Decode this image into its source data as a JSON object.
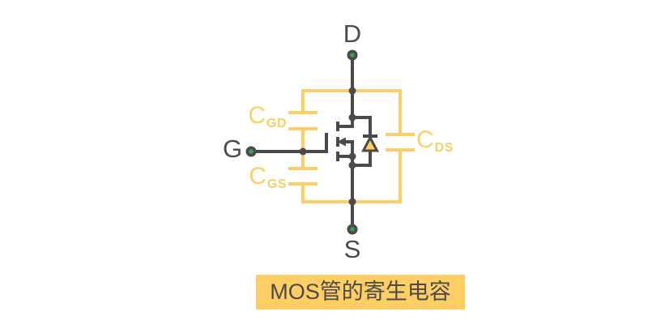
{
  "diagram": {
    "terminals": {
      "drain": "D",
      "gate": "G",
      "source": "S"
    },
    "capacitors": {
      "cgd": {
        "name": "C",
        "sub": "GD"
      },
      "cgs": {
        "name": "C",
        "sub": "GS"
      },
      "cds": {
        "name": "C",
        "sub": "DS"
      }
    },
    "components": {
      "transistor": "n-channel-mosfet",
      "diode": "body-diode"
    }
  },
  "caption": {
    "text": "MOS管的寄生电容"
  },
  "colors": {
    "accent_yellow": "#fdce63",
    "wire_dark": "#4a4a4a",
    "terminal_green": "#3aa34f",
    "text_dark": "#4a4a4a",
    "background": "#ffffff"
  }
}
